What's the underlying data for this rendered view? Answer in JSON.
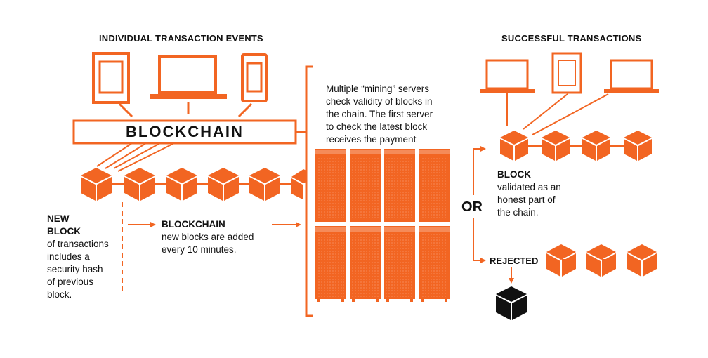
{
  "headings": {
    "left": "INDIVIDUAL TRANSACTION EVENTS",
    "right": "SUCCESSFUL TRANSACTIONS"
  },
  "blockchain_box": {
    "label": "BLOCKCHAIN"
  },
  "new_block": {
    "title_line1": "NEW",
    "title_line2": "BLOCK",
    "desc": [
      "of transactions",
      "includes a",
      "security hash",
      "of previous",
      "block."
    ]
  },
  "chain_note": {
    "title": "BLOCKCHAIN",
    "desc": [
      "new blocks are added",
      "every 10 minutes."
    ]
  },
  "mining": {
    "desc": [
      "Multiple “mining” servers",
      "check validity of blocks in",
      "the chain. The first server",
      "to check the latest block",
      "receives the payment"
    ]
  },
  "or_label": "OR",
  "validated": {
    "title": "BLOCK",
    "desc": [
      "validated as an",
      "honest part of",
      "the chain."
    ]
  },
  "rejected": {
    "label": "REJECTED"
  },
  "colors": {
    "accent": "#f26522",
    "dark": "#111111",
    "dots": "#f7a27a"
  },
  "icons": [
    "tablet-icon",
    "laptop-icon",
    "phone-icon",
    "block-cube-icon",
    "server-rack-icon",
    "rejected-block-icon"
  ]
}
